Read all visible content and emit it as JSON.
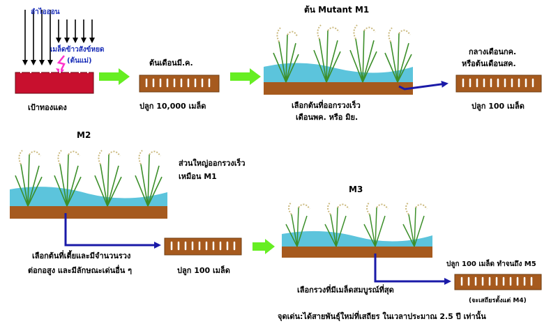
{
  "labels": {
    "ion_beam": "ลำไอออน",
    "seed_line1": "เมล็ดข้าวสังข์หยด",
    "seed_line2": "(ต้นแม่)",
    "target_label": "เป้าทองแดง",
    "stage1_top": "ต้นเดือนมี.ค.",
    "stage1_bottom": "ปลูก 10,000 เมล็ด",
    "m1_title": "ต้น Mutant M1",
    "m1_select_line1": "เลือกต้นที่ออกรวงเร็ว",
    "m1_select_line2": "เดือนพค. หรือ มิย.",
    "stage2_top_line1": "กลางเดือนกค.",
    "stage2_top_line2": "หรือต้นเดือนสค.",
    "stage2_bottom": "ปลูก 100 เมล็ด",
    "m2_title": "M2",
    "m2_note_line1": "ส่วนใหญ่ออกรวงเร็ว",
    "m2_note_line2": "เหมือน M1",
    "m2_select_line1": "เลือกต้นที่เตี้ยและมีจำนวนรวง",
    "m2_select_line2": "ต่อกอสูง และมีลักษณะเด่นอื่น ๆ",
    "stage3_bottom": "ปลูก 100 เมล็ด",
    "m3_title": "M3",
    "m3_select": "เลือกรวงที่มีเมล็ดสมบูรณ์ที่สุด",
    "stage4_top": "ปลูก 100 เมล็ด ทำจนถึง M5",
    "stage4_bottom": "(จะเสถียรตั้งแต่ M4)",
    "highlight": "จุดเด่น:ได้สายพันธุ์ใหม่ที่เสถียร ในเวลาประมาณ 2.5 ปี เท่านั้น"
  },
  "colors": {
    "soil": "#a65a1e",
    "water": "#5cc4dc",
    "target_red": "#c8102e",
    "green_arrow": "#66ee22",
    "blue_arrow": "#1a1aa8",
    "magenta_arrow": "#ff33cc",
    "ion_label": "#1a2eb8",
    "seed_label": "#1a2eb8"
  }
}
